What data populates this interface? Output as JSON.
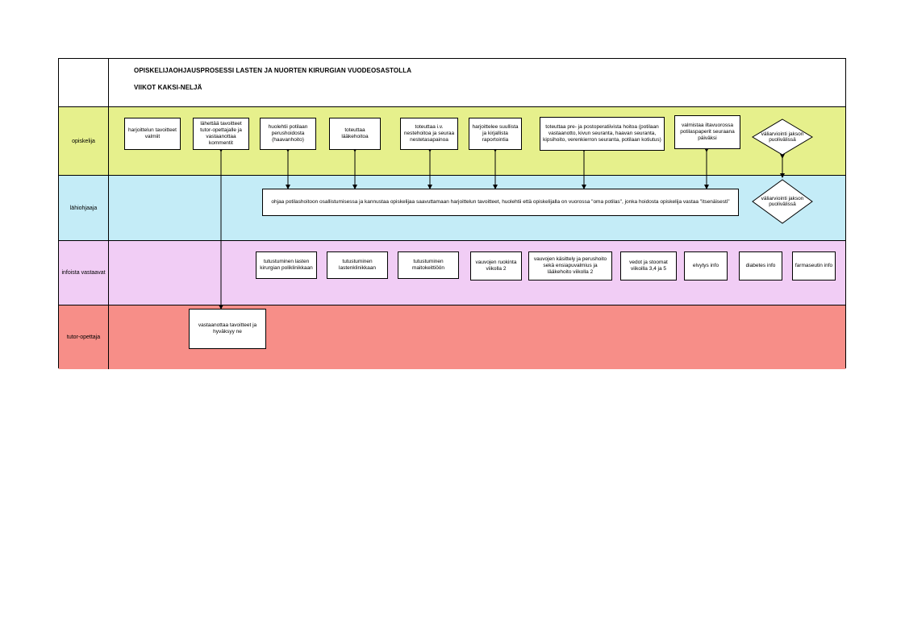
{
  "title": {
    "line1": "OPISKELIJAOHJAUSPROSESSI LASTEN JA NUORTEN KIRURGIAN VUODEOSASTOLLA",
    "line2": "VIIKOT KAKSI-NELJÄ"
  },
  "lanes": [
    {
      "label": "opiskelija"
    },
    {
      "label": "lähiohjaaja"
    },
    {
      "label": "infoista vastaavat"
    },
    {
      "label": "tutor-opettaja"
    }
  ],
  "opiskelija_boxes": [
    "harjoittelun tavoitteet valmiit",
    "lähettää tavoitteet tutor-opettajalle ja vastaanottaa kommentit",
    "huolehtii potilaan perushoidosta (haavanhoito)",
    "toteuttaa lääkehoitoa",
    "toteuttaa i.v. nestehoitoa ja seuraa nestetasapainoa",
    "harjoittelee suullista ja kirjallista raportointia",
    "toteuttaa pre- ja postoperatiivista hoitoa (potilaan vastaanotto, kivun seuranta, haavan seuranta, kipsihoito, verenkierron seuranta, potilaan kotiutus)",
    "valmistaa iltavuorossa potilaspaperit seuraana päiväksi"
  ],
  "opiskelija_diamond": "väliarviointi jakson puolivälissä",
  "lahiohjaaja_box": "ohjaa potilashoitoon osallistumisessa ja kannustaa opiskelijaa saavuttamaan harjoittelun tavoitteet, huolehtii että opiskelijalla on vuorossa \"oma potilas\", jonka hoidosta opiskelija vastaa \"itsenäisesti\"",
  "lahiohjaaja_diamond": "väliarviointi jakson puolivälissä",
  "info_boxes": [
    "tutustuminen lasten kirurgian poliklinikkaan",
    "tutustuminen lastenklinikkaan",
    "tutustuminen maitokeittiöön",
    "vauvojen ruokinta viikolla 2",
    "vauvojen käsittely ja perushoito sekä ensiapuvalmius ja lääkehoito viikolla 2",
    "vedot ja stoomat viikoilla 3,4 ja 5",
    "elvytys info",
    "diabetes info",
    "farmaseutin info"
  ],
  "tutor_box": "vastaanottaa tavoitteet ja hyväksyy ne"
}
